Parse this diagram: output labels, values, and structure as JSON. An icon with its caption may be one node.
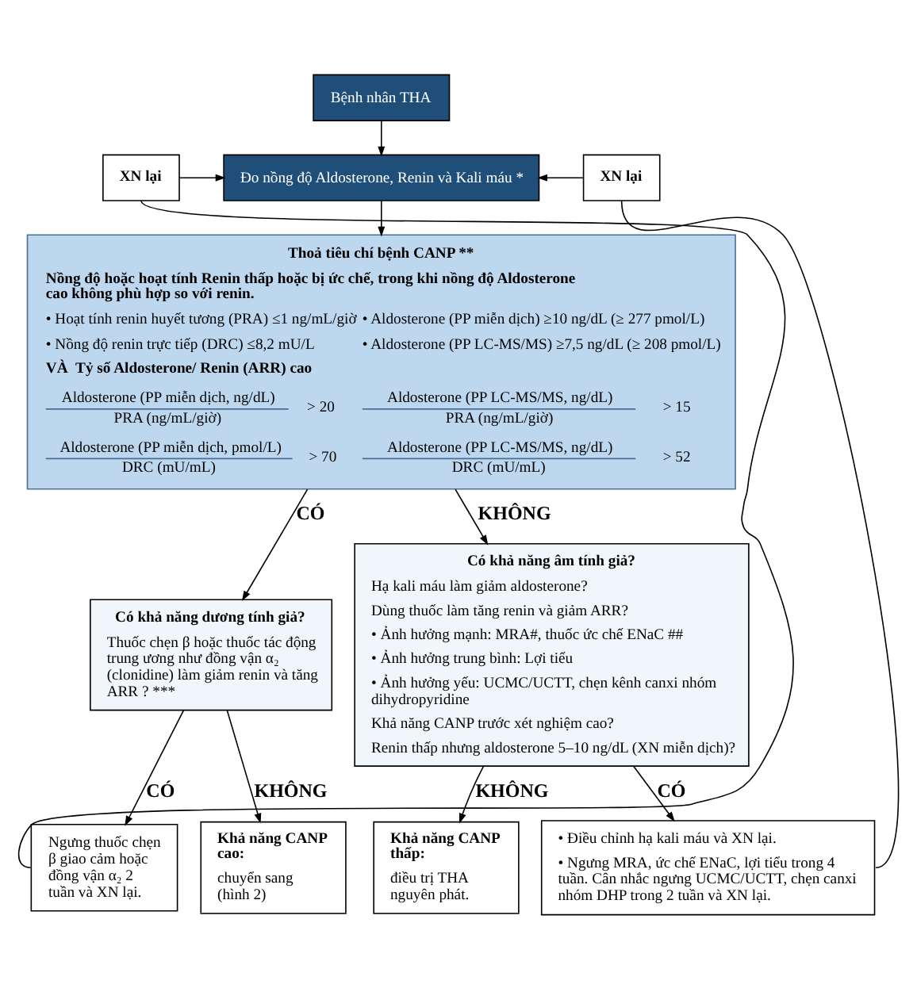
{
  "diagram": {
    "nodes": [
      {
        "text": [
          "Bệnh nhân THA"
        ]
      },
      {
        "text": [
          "XN lại"
        ]
      },
      {
        "text": [
          "Đo nồng độ Aldosterone, Renin và Kali máu *"
        ]
      },
      {
        "text": [
          "XN lại"
        ]
      },
      {
        "text": [
          "Thoả tiêu chí bệnh CANP **",
          "Nồng độ hoặc hoạt tính Renin thấp hoặc bị ức chế, trong khi nồng độ Aldosterone cao không phù hợp so với renin.",
          "• Hoạt tính renin huyết tương (PRA) ≤1 ng/mL/giờ",
          "• Nồng độ renin trực tiếp (DRC) ≤8,2 mU/L",
          "• Aldosterone (PP miễn dịch) ≥10 ng/dL (≥ 277 pmol/L)",
          "• Aldosterone (PP LC-MS/MS) ≥7,5 ng/dL (≥ 208 pmol/L)",
          "VÀ  Tỷ số Aldosterone/ Renin (ARR) cao",
          "Aldosterone (PP miễn dịch, ng/dL)",
          "PRA (ng/mL/giờ)",
          "> 20",
          "Aldosterone (PP LC-MS/MS, ng/dL)",
          "PRA (ng/mL/giờ)",
          "> 15",
          "Aldosterone (PP miễn dịch, pmol/L)",
          "DRC (mU/mL)",
          "> 70",
          "Aldosterone (PP LC-MS/MS, ng/dL)",
          "DRC (mU/mL)",
          "> 52"
        ]
      },
      {
        "text": [
          "Có khả năng dương tính giả?",
          "Thuốc chẹn β hoặc thuốc tác động trung ương như đồng vận α₂ (clonidine) làm giảm renin và tăng ARR ? ***"
        ]
      },
      {
        "text": [
          "Có khả năng âm tính giả?",
          "Hạ kali máu làm giảm aldosterone?",
          "Dùng thuốc làm tăng renin và giảm ARR?",
          "• Ảnh hưởng mạnh: MRA#, thuốc ức chế ENaC ##",
          "• Ảnh hưởng trung bình: Lợi tiểu",
          "• Ảnh hưởng yếu: UCMC/UCTT, chẹn kênh canxi nhóm dihydropyridine",
          "Khả năng CANP trước xét nghiệm cao?",
          "Renin thấp nhưng aldosterone 5–10 ng/dL (XN miễn dịch)?"
        ]
      },
      {
        "text": [
          "Ngưng thuốc chẹn β giao cảm hoặc đồng vận α₂ 2 tuần và XN lại."
        ]
      },
      {
        "text": [
          "Khả năng CANP cao:",
          "chuyển sang (hình 2)"
        ]
      },
      {
        "text": [
          "Khả năng CANP thấp:",
          "điều trị THA nguyên phát."
        ]
      },
      {
        "text": [
          "• Điều chỉnh hạ kali máu và XN lại.",
          "• Ngưng MRA, ức chế ENaC, lợi tiểu trong 4 tuần. Cân nhắc ngưng UCMC/UCTT, chẹn canxi nhóm DHP trong 2 tuần và XN lại."
        ]
      }
    ],
    "edges": [
      {
        "from": 0,
        "to": 2,
        "arrow": "to"
      },
      {
        "from": 1,
        "to": 2,
        "arrow": "to"
      },
      {
        "from": 3,
        "to": 2,
        "arrow": "to"
      },
      {
        "from": 2,
        "to": 4,
        "arrow": "to"
      },
      {
        "from": 4,
        "to": 5,
        "arrow": "to",
        "label": "CÓ"
      },
      {
        "from": 4,
        "to": 6,
        "arrow": "to",
        "label": "KHÔNG"
      },
      {
        "from": 5,
        "to": 7,
        "arrow": "to",
        "label": "CÓ"
      },
      {
        "from": 5,
        "to": 8,
        "arrow": "to",
        "label": "KHÔNG"
      },
      {
        "from": 6,
        "to": 9,
        "arrow": "to",
        "label": "KHÔNG"
      },
      {
        "from": 6,
        "to": 10,
        "arrow": "to",
        "label": "CÓ"
      },
      {
        "from": 7,
        "to": 1,
        "arrow": "none"
      },
      {
        "from": 10,
        "to": 3,
        "arrow": "none"
      }
    ]
  }
}
